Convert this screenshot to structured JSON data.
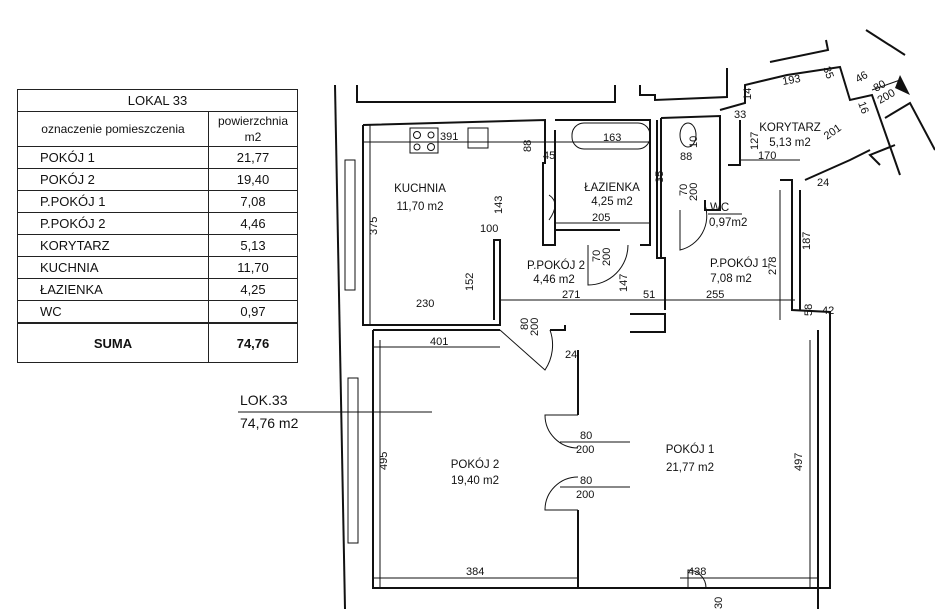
{
  "table": {
    "title": "LOKAL 33",
    "col_name": "oznaczenie pomieszczenia",
    "col_area": "powierzchnia",
    "col_unit": "m2",
    "rows": [
      {
        "name": "POKÓJ 1",
        "area": "21,77"
      },
      {
        "name": "POKÓJ 2",
        "area": "19,40"
      },
      {
        "name": "P.POKÓJ 1",
        "area": "7,08"
      },
      {
        "name": "P.POKÓJ 2",
        "area": "4,46"
      },
      {
        "name": "KORYTARZ",
        "area": "5,13"
      },
      {
        "name": "KUCHNIA",
        "area": "11,70"
      },
      {
        "name": "ŁAZIENKA",
        "area": "4,25"
      },
      {
        "name": "WC",
        "area": "0,97"
      }
    ],
    "sum_label": "SUMA",
    "sum_value": "74,76"
  },
  "unit_label": {
    "name": "LOK.33",
    "area": "74,76  m2"
  },
  "rooms": [
    {
      "name": "KUCHNIA",
      "area": "11,70  m2"
    },
    {
      "name": "ŁAZIENKA",
      "area": "4,25  m2"
    },
    {
      "name": "WC",
      "area": "0,97m2"
    },
    {
      "name": "KORYTARZ",
      "area": "5,13  m2"
    },
    {
      "name": "P.POKÓJ  1",
      "area": "7,08  m2"
    },
    {
      "name": "P.POKÓJ  2",
      "area": "4,46  m2"
    },
    {
      "name": "POKÓJ  2",
      "area": "19,40  m2"
    },
    {
      "name": "POKÓJ  1",
      "area": "21,77  m2"
    }
  ],
  "dimensions": [
    "391",
    "88",
    "45",
    "163",
    "35",
    "10",
    "88",
    "33",
    "14",
    "193",
    "35",
    "46",
    "80",
    "200",
    "16",
    "127",
    "170",
    "201",
    "24",
    "187",
    "278",
    "58",
    "42",
    "143",
    "100",
    "205",
    "70",
    "200",
    "70",
    "200",
    "152",
    "375",
    "230",
    "271",
    "147",
    "51",
    "255",
    "80",
    "200",
    "401",
    "24",
    "80",
    "200",
    "80",
    "200",
    "495",
    "497",
    "384",
    "438",
    "30"
  ]
}
